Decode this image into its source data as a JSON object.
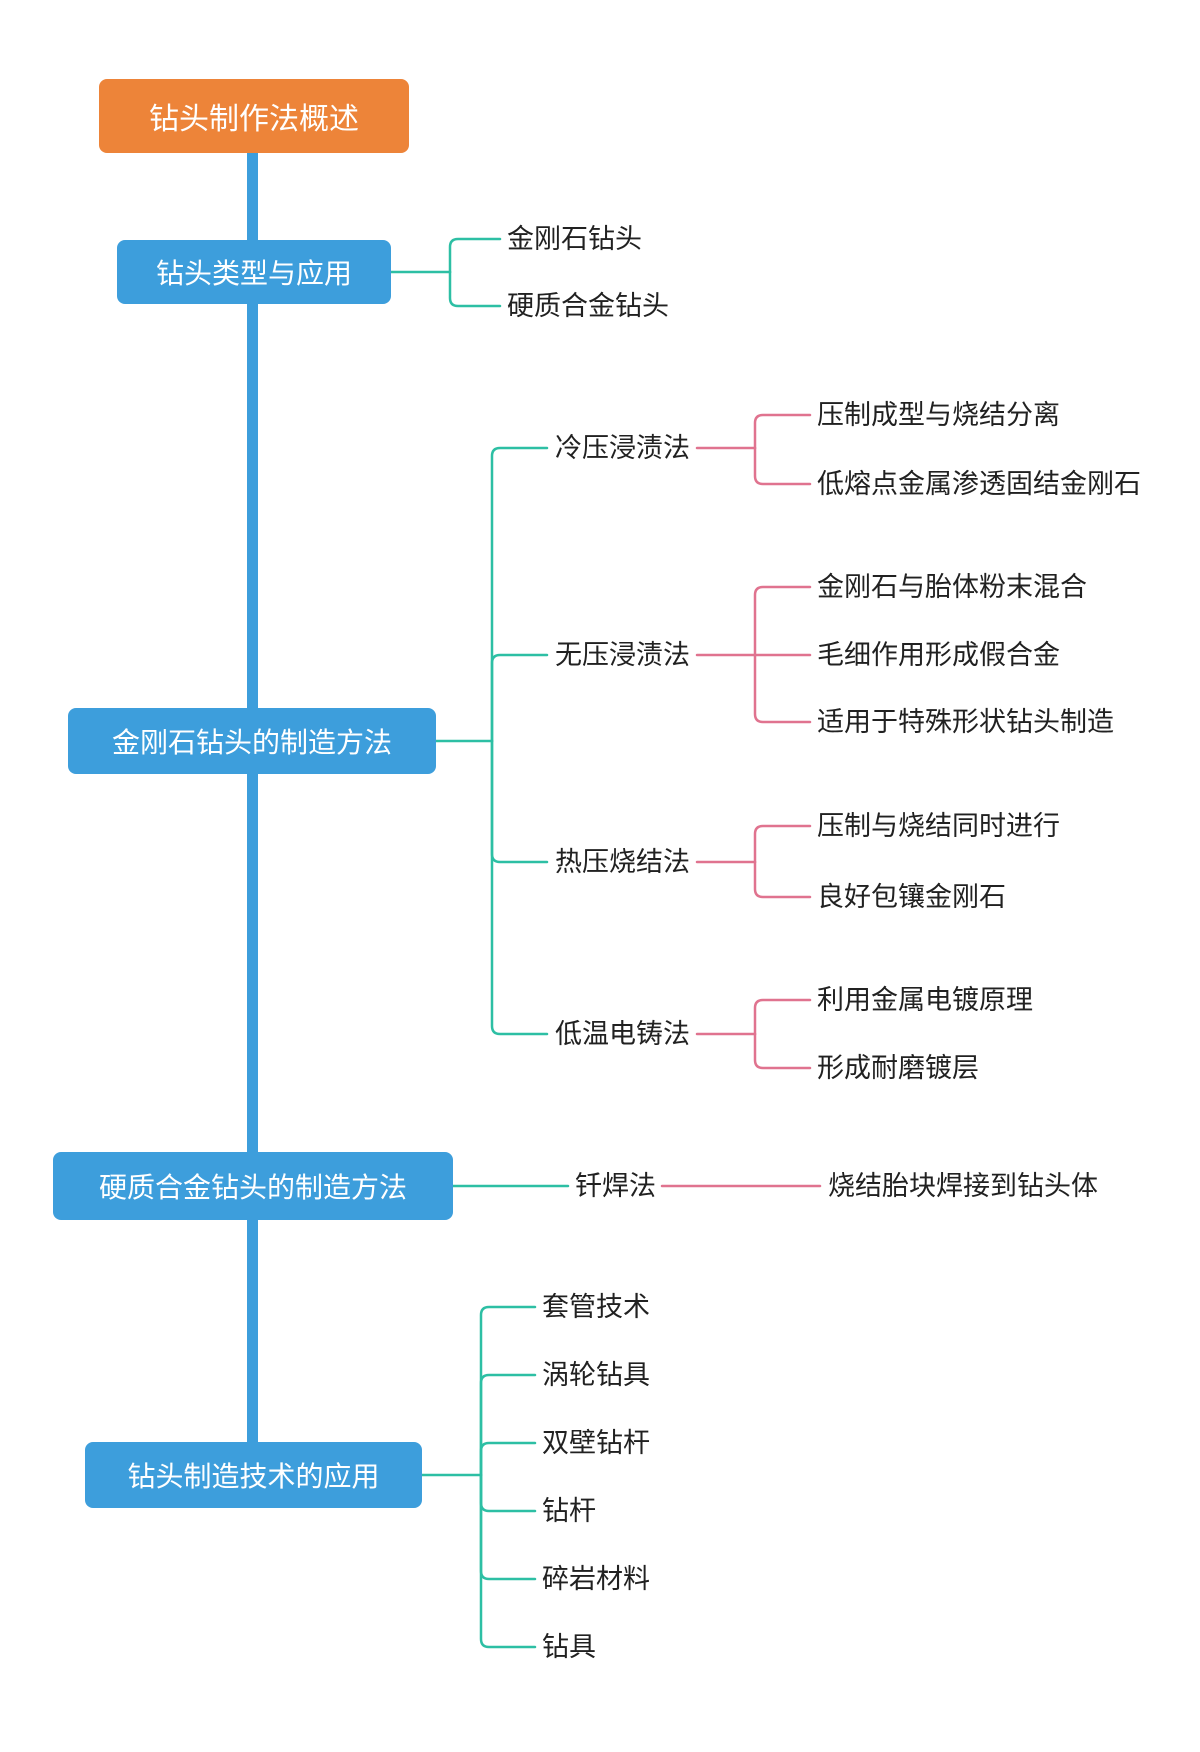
{
  "root": {
    "label": "钻头制作法概述"
  },
  "branches": [
    {
      "label": "钻头类型与应用",
      "children": [
        {
          "label": "金刚石钻头"
        },
        {
          "label": "硬质合金钻头"
        }
      ]
    },
    {
      "label": "金刚石钻头的制造方法",
      "children": [
        {
          "label": "冷压浸渍法",
          "children": [
            {
              "label": "压制成型与烧结分离"
            },
            {
              "label": "低熔点金属渗透固结金刚石"
            }
          ]
        },
        {
          "label": "无压浸渍法",
          "children": [
            {
              "label": "金刚石与胎体粉末混合"
            },
            {
              "label": "毛细作用形成假合金"
            },
            {
              "label": "适用于特殊形状钻头制造"
            }
          ]
        },
        {
          "label": "热压烧结法",
          "children": [
            {
              "label": "压制与烧结同时进行"
            },
            {
              "label": "良好包镶金刚石"
            }
          ]
        },
        {
          "label": "低温电铸法",
          "children": [
            {
              "label": "利用金属电镀原理"
            },
            {
              "label": "形成耐磨镀层"
            }
          ]
        }
      ]
    },
    {
      "label": "硬质合金钻头的制造方法",
      "children": [
        {
          "label": "钎焊法",
          "children": [
            {
              "label": "烧结胎块焊接到钻头体"
            }
          ]
        }
      ]
    },
    {
      "label": "钻头制造技术的应用",
      "children": [
        {
          "label": "套管技术"
        },
        {
          "label": "涡轮钻具"
        },
        {
          "label": "双壁钻杆"
        },
        {
          "label": "钻杆"
        },
        {
          "label": "碎岩材料"
        },
        {
          "label": "钻具"
        }
      ]
    }
  ],
  "colors": {
    "root-fill": "#ED8439",
    "node-fill": "#3D9EDC",
    "spine": "#3D9EDC",
    "teal": "#2DBFA4",
    "pink": "#E0738F",
    "text": "#212121",
    "node-text": "#FFFFFF"
  }
}
